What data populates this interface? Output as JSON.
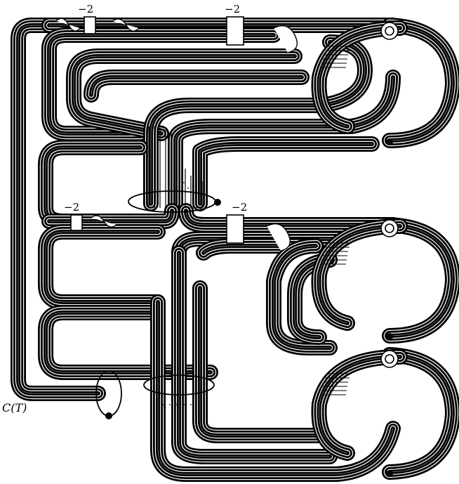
{
  "diagram": {
    "twist_labels": [
      "−2",
      "−2",
      "−2",
      "−2"
    ],
    "knot_label": "C(T)"
  },
  "colors": {
    "stroke": "#000000",
    "background": "#ffffff"
  }
}
